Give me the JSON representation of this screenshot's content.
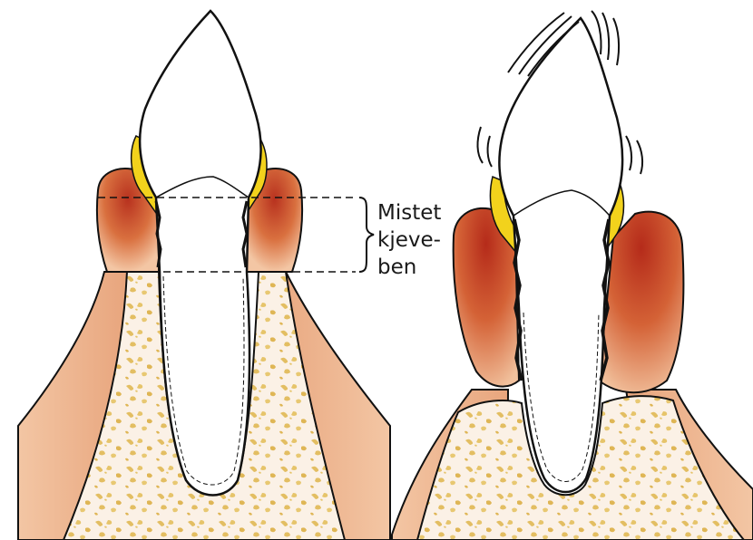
{
  "annotation": {
    "lines": [
      "Mistet",
      "kjeve-",
      "ben"
    ]
  },
  "colors": {
    "gum_dark": "#b8321f",
    "gum_mid": "#d9703f",
    "gum_light": "#f3c6a4",
    "bone_bg": "#fbf1e6",
    "bone_speckle": "#e3be62",
    "tartar": "#f2d21c",
    "outline": "#111111"
  }
}
